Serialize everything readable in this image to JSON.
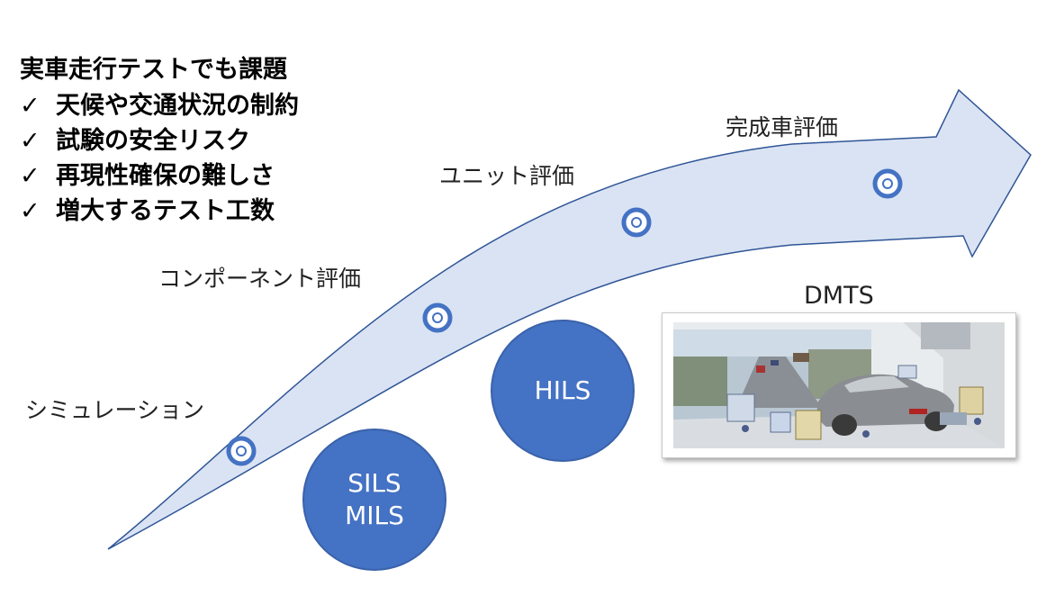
{
  "issues": {
    "title": "実車走行テストでも課題",
    "check_mark": "✓",
    "items": [
      "天候や交通状況の制約",
      "試験の安全リスク",
      "再現性確保の難しさ",
      "増大するテスト工数"
    ]
  },
  "stages": [
    {
      "label": "シミュレーション"
    },
    {
      "label": "コンポーネント評価"
    },
    {
      "label": "ユニット評価"
    },
    {
      "label": "完成車評価"
    }
  ],
  "circles": {
    "sils": {
      "line1": "SILS",
      "line2": "MILS"
    },
    "hils": {
      "line1": "HILS"
    }
  },
  "dmts": {
    "label": "DMTS",
    "image": "driving-simulator-test-rig-illustration"
  },
  "colors": {
    "arrow_fill": "#dae3f3",
    "arrow_stroke": "#2f5597",
    "circle_fill": "#4472c4",
    "marker_ring": "#4472c4"
  }
}
